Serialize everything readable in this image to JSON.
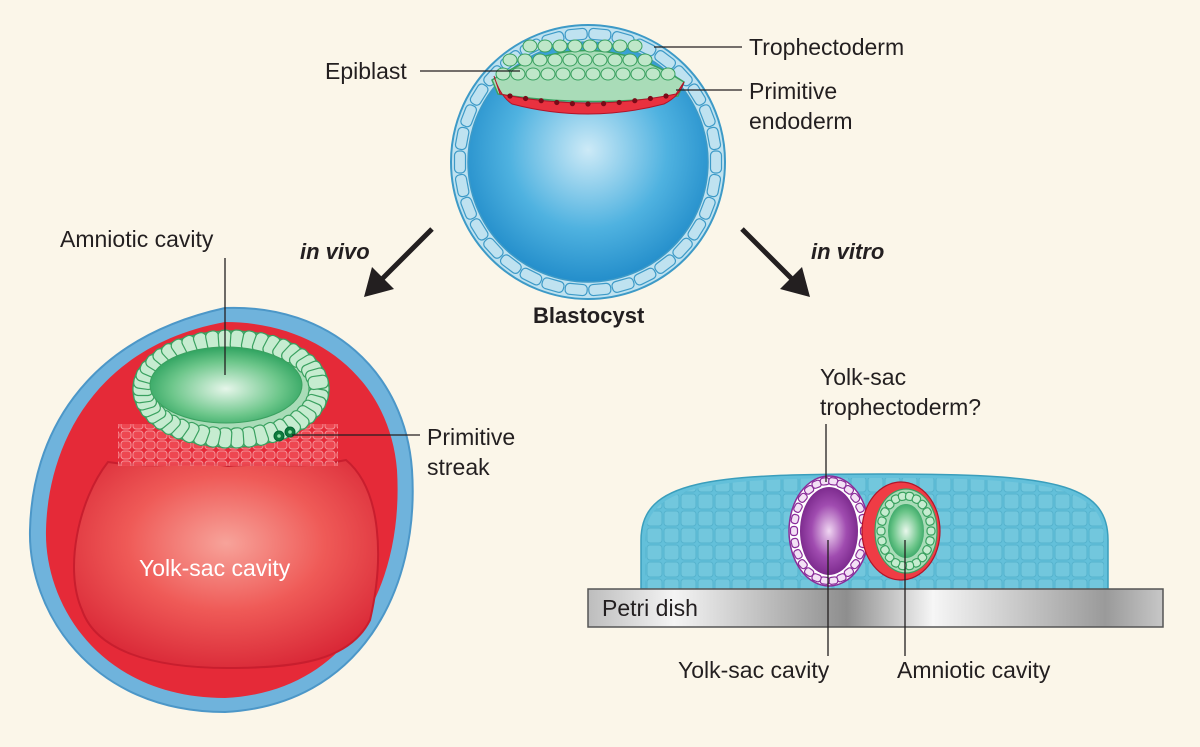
{
  "blastocyst": {
    "title": "Blastocyst",
    "labels": {
      "epiblast": "Epiblast",
      "trophectoderm": "Trophectoderm",
      "primitive_endoderm_1": "Primitive",
      "primitive_endoderm_2": "endoderm"
    }
  },
  "arrows": {
    "in_vivo": "in vivo",
    "in_vitro": "in vitro"
  },
  "in_vivo_embryo": {
    "amniotic_cavity": "Amniotic cavity",
    "primitive_streak_1": "Primitive",
    "primitive_streak_2": "streak",
    "yolk_sac_cavity": "Yolk-sac cavity"
  },
  "in_vitro_model": {
    "yolk_sac_trophectoderm_1": "Yolk-sac",
    "yolk_sac_trophectoderm_2": "trophectoderm?",
    "petri_dish": "Petri dish",
    "yolk_sac_cavity": "Yolk-sac cavity",
    "amniotic_cavity": "Amniotic cavity"
  },
  "colors": {
    "background": "#fbf6e9",
    "trophectoderm_blue": "#bfe2f0",
    "epiblast_green": "#a9dcb8",
    "endoderm_red": "#e8313f",
    "cavity_blue": "#2a9ad3",
    "yolk_purple": "#8a2d9a",
    "dish_gray": "#c9c9c9"
  }
}
